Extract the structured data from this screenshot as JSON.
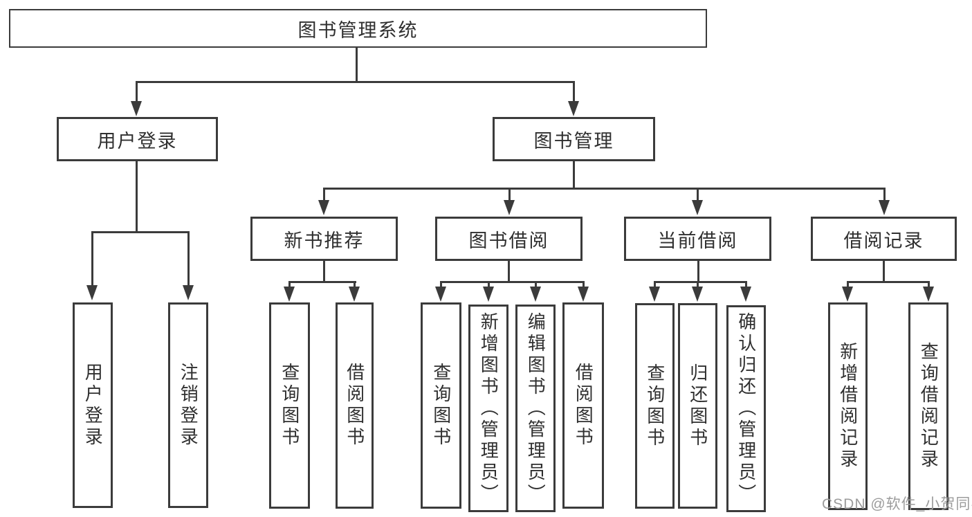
{
  "diagram": {
    "root": "图书管理系统",
    "level2": [
      "用户登录",
      "图书管理"
    ],
    "level3": [
      "新书推荐",
      "图书借阅",
      "当前借阅",
      "借阅记录"
    ],
    "leaves_user": [
      "用户登录",
      "注销登录"
    ],
    "leaves_new_book": [
      "查询图书",
      "借阅图书"
    ],
    "leaves_book_borrow": [
      "查询图书",
      "新增图书（管理员）",
      "编辑图书（管理员）",
      "借阅图书"
    ],
    "leaves_current_borrow": [
      "查询图书",
      "归还图书",
      "确认归还（管理员）"
    ],
    "leaves_borrow_record": [
      "新增借阅记录",
      "查询借阅记录"
    ]
  },
  "watermark": "CSDN @软件_小贺同学",
  "colors": {
    "line": "#3b3b3b",
    "text": "#2f2f2f",
    "watermark": "#9c9c9c",
    "background": "#ffffff"
  }
}
